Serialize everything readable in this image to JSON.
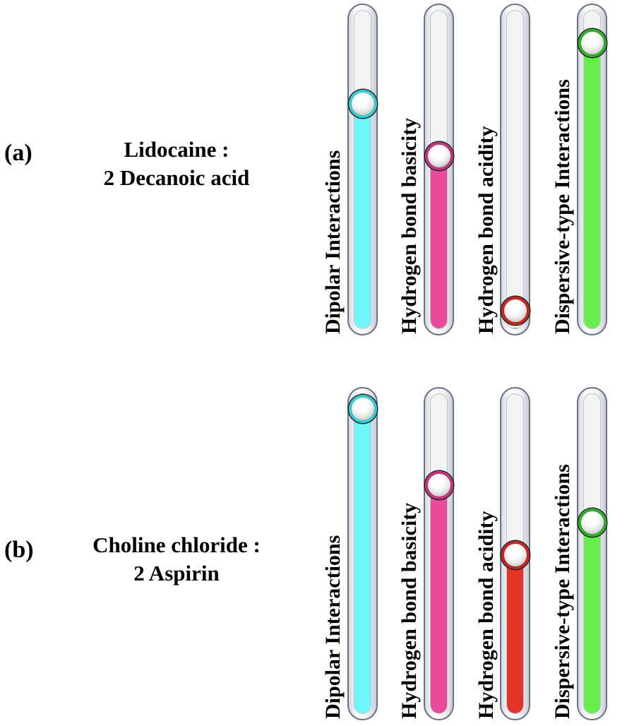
{
  "panels": [
    {
      "letter": "(a)",
      "title_line1": "Lidocaine :",
      "title_line2": "2 Decanoic acid",
      "bars": [
        {
          "label": "Dipolar Interactions",
          "value": 0.73,
          "color": "#6ef6fb",
          "ring": "#3cc8cf"
        },
        {
          "label": "Hydrogen bond basicity",
          "value": 0.55,
          "color": "#e94b9a",
          "ring": "#c0367c"
        },
        {
          "label": "Hydrogen bond acidity",
          "value": 0.02,
          "color": "#e5332a",
          "ring": "#c0281f"
        },
        {
          "label": "Dispersive-type Interactions",
          "value": 0.94,
          "color": "#66ee4a",
          "ring": "#2fae2a"
        }
      ]
    },
    {
      "letter": "(b)",
      "title_line1": "Choline chloride :",
      "title_line2": "2 Aspirin",
      "bars": [
        {
          "label": "Dipolar Interactions",
          "value": 1.0,
          "color": "#6ef6fb",
          "ring": "#3cc8cf"
        },
        {
          "label": "Hydrogen bond basicity",
          "value": 0.74,
          "color": "#e94b9a",
          "ring": "#c0367c"
        },
        {
          "label": "Hydrogen bond acidity",
          "value": 0.5,
          "color": "#e5332a",
          "ring": "#c0281f"
        },
        {
          "label": "Dispersive-type Interactions",
          "value": 0.61,
          "color": "#66ee4a",
          "ring": "#2fae2a"
        }
      ]
    }
  ]
}
